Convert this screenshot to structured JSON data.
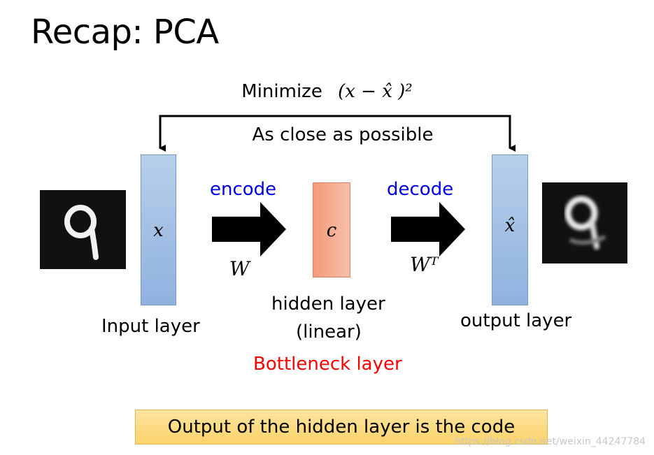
{
  "title": "Recap: PCA",
  "objective": {
    "label": "Minimize",
    "formula": "(x − x̂ )²"
  },
  "objective_note": "As close as possible",
  "input": {
    "var": "x",
    "label": "Input layer"
  },
  "encode": {
    "label": "encode",
    "weight": "W"
  },
  "hidden": {
    "var": "c",
    "label_line1": "hidden layer",
    "label_line2": "(linear)",
    "bottleneck": "Bottleneck layer"
  },
  "decode": {
    "label": "decode",
    "weight": "Wᵀ"
  },
  "output": {
    "var": "x̂",
    "label": "output layer"
  },
  "callout": "Output of the hidden layer is the code",
  "watermark": "https://blog.csdn.net/weixin_44247784",
  "colors": {
    "layer_blue": "#9dbde3",
    "hidden_orange": "#f4a786",
    "text_blue": "#0000e6",
    "text_red": "#ff0000",
    "callout_yellow": "#fcd978"
  }
}
